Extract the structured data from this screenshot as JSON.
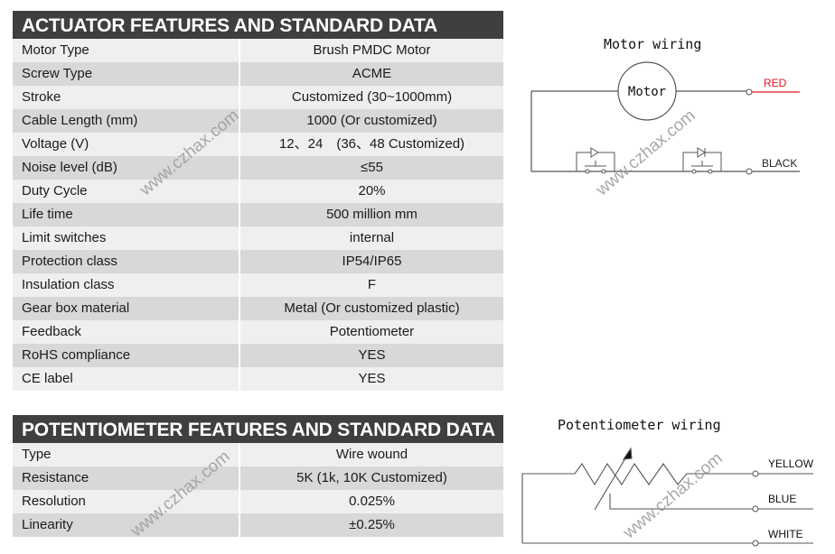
{
  "actuator_table": {
    "title": "ACTUATOR FEATURES AND STANDARD DATA",
    "rows": [
      {
        "key": "Motor Type",
        "value": "Brush PMDC Motor"
      },
      {
        "key": "Screw Type",
        "value": "ACME"
      },
      {
        "key": "Stroke",
        "value": "Customized (30~1000mm)"
      },
      {
        "key": "Cable Length (mm)",
        "value": "1000 (Or customized)"
      },
      {
        "key": "Voltage (V)",
        "value": "12、24　(36、48 Customized)"
      },
      {
        "key": "Noise level (dB)",
        "value": "≤55"
      },
      {
        "key": "Duty Cycle",
        "value": "20%"
      },
      {
        "key": "Life time",
        "value": "500 million mm"
      },
      {
        "key": "Limit switches",
        "value": "internal"
      },
      {
        "key": "Protection class",
        "value": "IP54/IP65"
      },
      {
        "key": "Insulation class",
        "value": "F"
      },
      {
        "key": "Gear box material",
        "value": "Metal (Or customized plastic)"
      },
      {
        "key": "Feedback",
        "value": "Potentiometer"
      },
      {
        "key": "RoHS compliance",
        "value": "YES"
      },
      {
        "key": "CE label",
        "value": "YES"
      }
    ]
  },
  "potentiometer_table": {
    "title": "POTENTIOMETER FEATURES AND STANDARD DATA",
    "rows": [
      {
        "key": "Type",
        "value": "Wire wound"
      },
      {
        "key": "Resistance",
        "value": "5K (1k, 10K Customized)"
      },
      {
        "key": "Resolution",
        "value": "0.025%"
      },
      {
        "key": "Linearity",
        "value": "±0.25%"
      }
    ]
  },
  "motor_wiring": {
    "title": "Motor wiring",
    "motor_label": "Motor",
    "wires": [
      {
        "label": "RED",
        "color": "#e0141e"
      },
      {
        "label": "BLACK",
        "color": "#222222"
      }
    ]
  },
  "potentiometer_wiring": {
    "title": "Potentiometer wiring",
    "wires": [
      {
        "label": "YELLOW"
      },
      {
        "label": "BLUE"
      },
      {
        "label": "WHITE"
      }
    ]
  },
  "watermark": "www.czhax.com",
  "colors": {
    "header_bg": "#3f3f3f",
    "row_light": "#efefef",
    "row_dark": "#d8d8d8",
    "red_wire": "#e0141e"
  }
}
